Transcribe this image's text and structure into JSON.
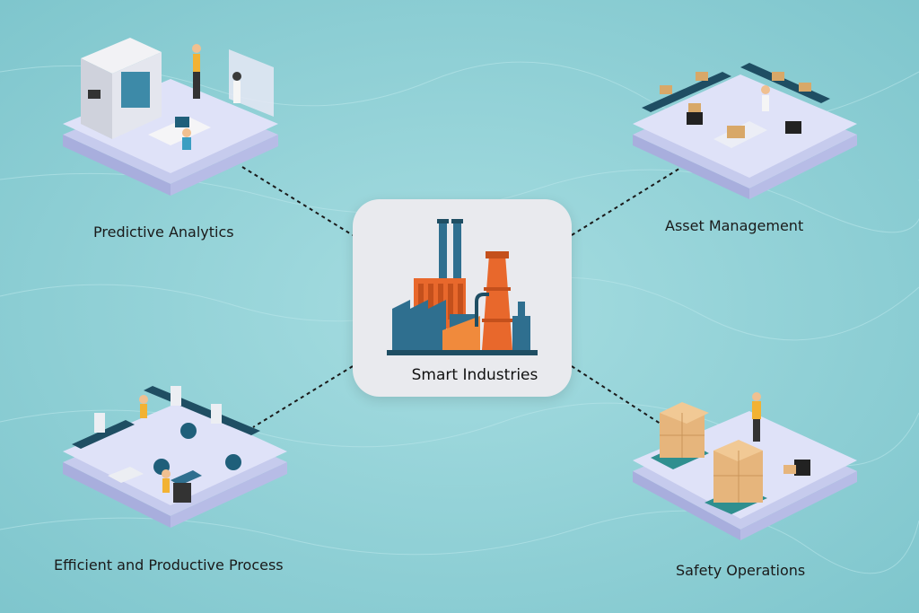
{
  "center": {
    "title": "Smart Industries"
  },
  "nodes": {
    "predictive": "Predictive Analytics",
    "asset": "Asset Management",
    "efficient": "Efficient and Productive Process",
    "safety": "Safety Operations"
  },
  "colors": {
    "background": "#8fd0d6",
    "platform": "#d7dbf3",
    "factory_orange": "#e8682c",
    "factory_blue": "#2f6f8f",
    "connector": "#1a1a1a"
  }
}
